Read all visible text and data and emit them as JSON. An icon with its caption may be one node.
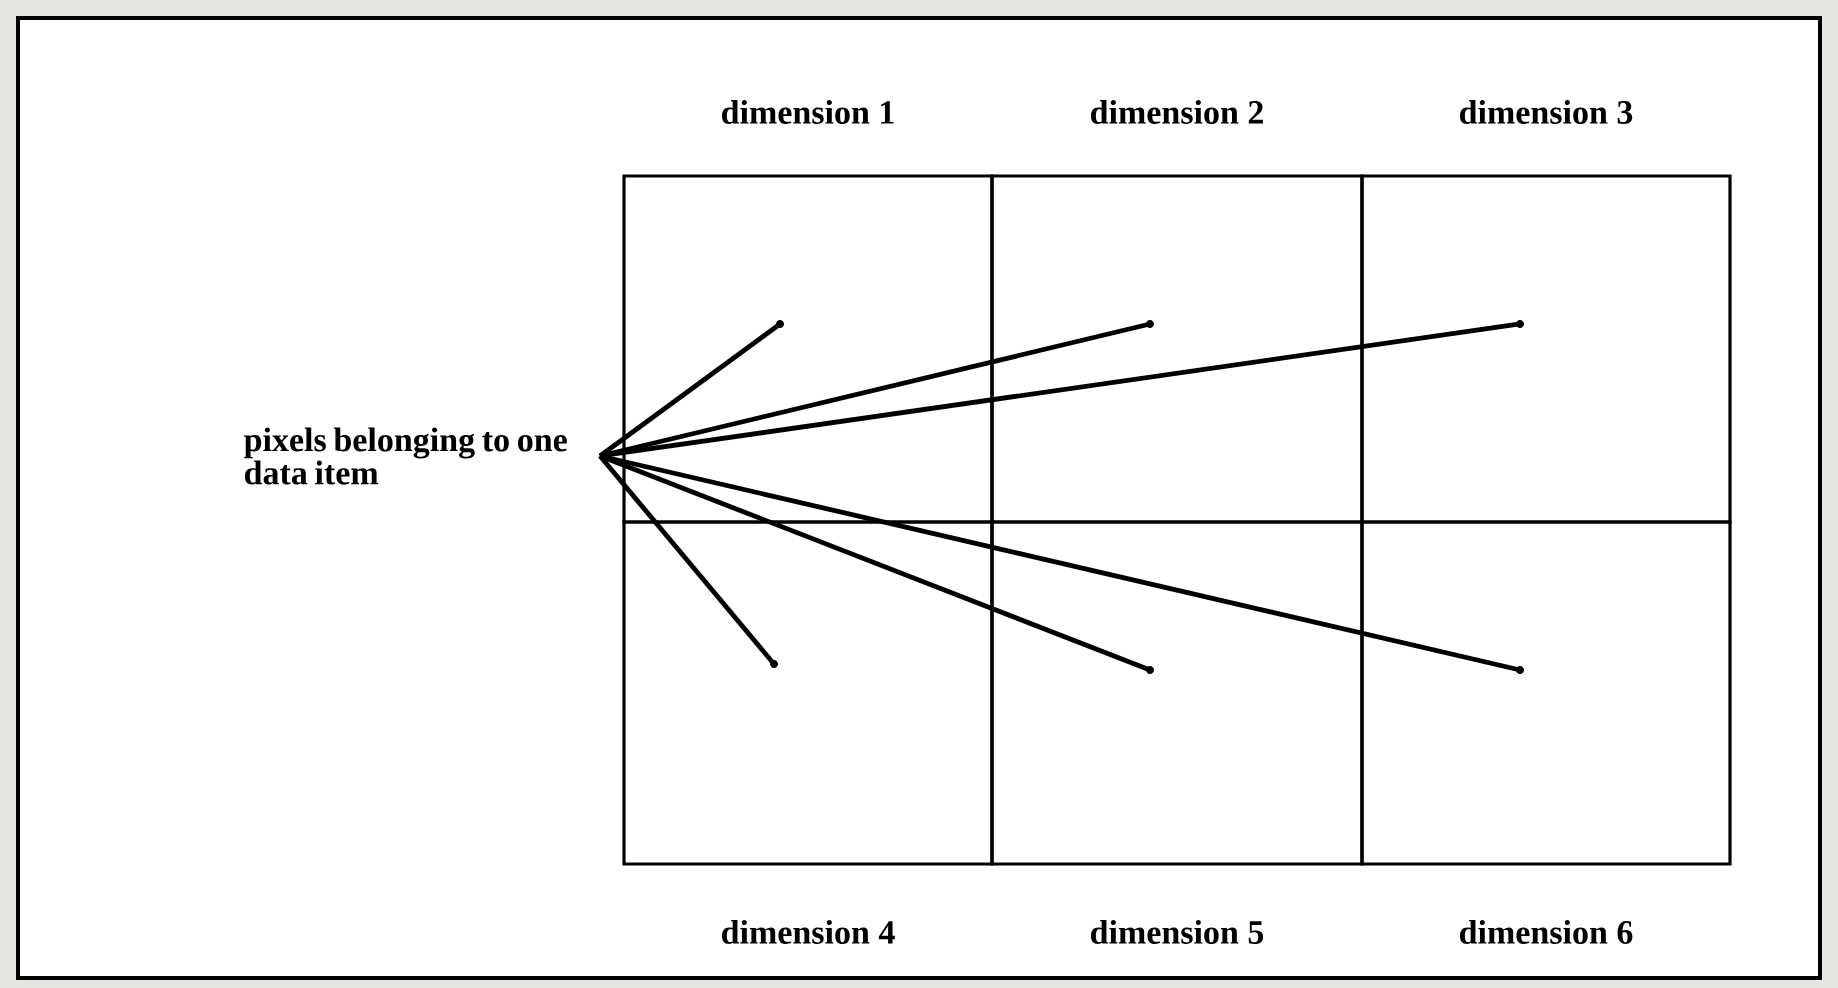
{
  "diagram": {
    "nodes": [
      {
        "text": [
          "pixels belonging to one data item"
        ]
      },
      {
        "text": [],
        "shape": "box",
        "beside": [
          "dimension 1"
        ]
      },
      {
        "text": [],
        "shape": "circle",
        "in": 1
      },
      {
        "text": [],
        "shape": "box",
        "beside": [
          "dimension 2"
        ]
      },
      {
        "text": [],
        "shape": "circle",
        "in": 3
      },
      {
        "text": [],
        "shape": "box",
        "beside": [
          "dimension 3"
        ]
      },
      {
        "text": [],
        "shape": "circle",
        "in": 5
      },
      {
        "text": [],
        "shape": "box",
        "beside": [
          "dimension 4"
        ]
      },
      {
        "text": [],
        "shape": "circle",
        "in": 7
      },
      {
        "text": [],
        "shape": "box",
        "beside": [
          "dimension 5"
        ]
      },
      {
        "text": [],
        "shape": "circle",
        "in": 9
      },
      {
        "text": [],
        "shape": "box",
        "beside": [
          "dimension 6"
        ]
      },
      {
        "text": [],
        "shape": "circle",
        "in": 11
      }
    ],
    "edges": [
      {
        "from": 0,
        "to": 2,
        "arrow": "none"
      },
      {
        "from": 0,
        "to": 4,
        "arrow": "none"
      },
      {
        "from": 0,
        "to": 6,
        "arrow": "none"
      },
      {
        "from": 0,
        "to": 8,
        "arrow": "none"
      },
      {
        "from": 0,
        "to": 10,
        "arrow": "none"
      },
      {
        "from": 0,
        "to": 12,
        "arrow": "none"
      }
    ]
  }
}
